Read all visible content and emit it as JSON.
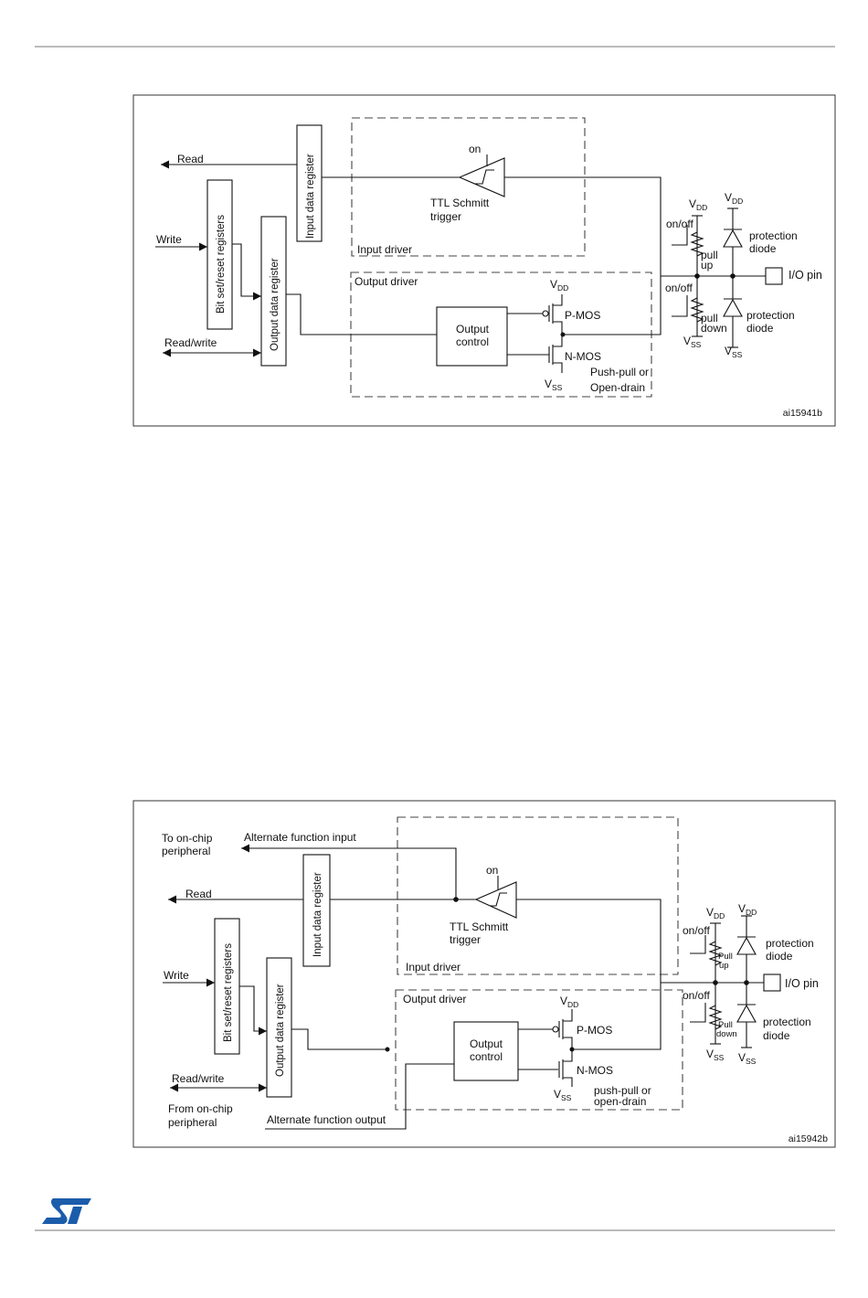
{
  "diagram1": {
    "read": "Read",
    "write": "Write",
    "read_write": "Read/write",
    "bit_set_reset": "Bit set/reset registers",
    "input_data_register": "Input data register",
    "output_data_register": "Output data register",
    "on": "on",
    "ttl_line1": "TTL Schmitt",
    "ttl_line2": "trigger",
    "input_driver": "Input driver",
    "output_driver": "Output driver",
    "output_control_line1": "Output",
    "output_control_line2": "control",
    "pmos": "P-MOS",
    "nmos": "N-MOS",
    "push_pull_line1": "Push-pull or",
    "push_pull_line2": "Open-drain",
    "v": "V",
    "dd": "DD",
    "ss": "SS",
    "on_off": "on/off",
    "pull_up_line1": "pull",
    "pull_up_line2": "up",
    "pull_down_line1": "pull",
    "pull_down_line2": "down",
    "protection_line1": "protection",
    "protection_line2": "diode",
    "io_pin": "I/O pin",
    "ref": "ai15941b"
  },
  "diagram2": {
    "to_onchip_line1": "To on-chip",
    "to_onchip_line2": "peripheral",
    "alt_fn_input": "Alternate function input",
    "read": "Read",
    "write": "Write",
    "read_write": "Read/write",
    "from_onchip_line1": "From on-chip",
    "from_onchip_line2": "peripheral",
    "alt_fn_output": "Alternate function output",
    "bit_set_reset": "Bit set/reset registers",
    "input_data_register": "Input data register",
    "output_data_register": "Output data register",
    "on": "on",
    "ttl_line1": "TTL Schmitt",
    "ttl_line2": "trigger",
    "input_driver": "Input driver",
    "output_driver": "Output driver",
    "output_control_line1": "Output",
    "output_control_line2": "control",
    "pmos": "P-MOS",
    "nmos": "N-MOS",
    "push_pull_line1": "push-pull or",
    "push_pull_line2": "open-drain",
    "v": "V",
    "dd": "DD",
    "ss": "SS",
    "on_off": "on/off",
    "pull_up_line1": "Pull",
    "pull_up_line2": "up",
    "pull_down_line1": "Pull",
    "pull_down_line2": "down",
    "protection_line1": "protection",
    "protection_line2": "diode",
    "io_pin": "I/O pin",
    "ref": "ai15942b"
  },
  "colors": {
    "logo": "#1b5cab",
    "line": "#111111"
  },
  "icons": {
    "logo": "st-logo"
  }
}
